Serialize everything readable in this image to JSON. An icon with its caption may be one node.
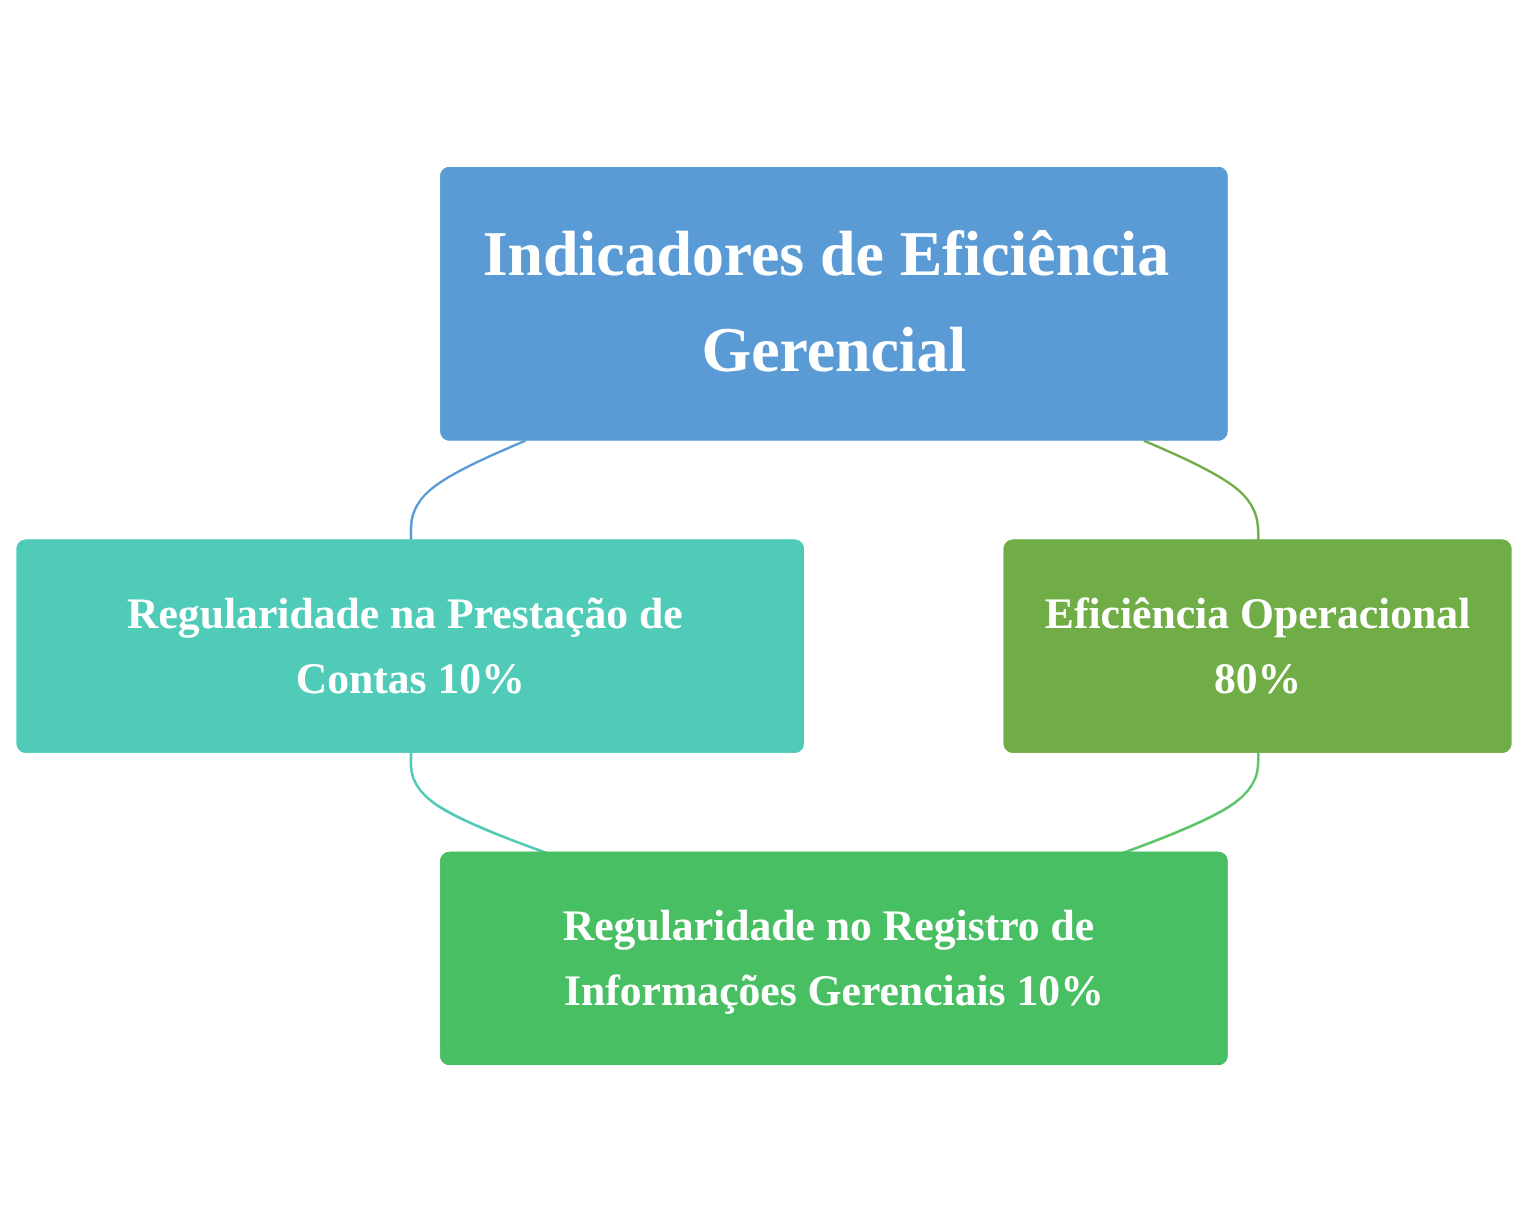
{
  "diagram": {
    "nodes": [
      {
        "text": [
          "Indicadores de Eficiência Gerencial"
        ]
      },
      {
        "text": [
          "Eficiência Operacional",
          "80%"
        ]
      },
      {
        "text": [
          "Regularidade na Prestação de Contas 10%"
        ]
      },
      {
        "text": [
          "Regularidade no Registro de Informações Gerenciais 10%"
        ]
      }
    ],
    "edges": [
      {
        "from": 0,
        "to": 2,
        "arrow": "none",
        "color": "#5b9bd5"
      },
      {
        "from": 2,
        "to": 3,
        "arrow": "none",
        "color": "#4fc9b4"
      },
      {
        "from": 1,
        "to": 3,
        "arrow": "none",
        "color": "#5cc46a"
      },
      {
        "from": 0,
        "to": 1,
        "arrow": "none",
        "color": "#70ad47"
      }
    ]
  }
}
